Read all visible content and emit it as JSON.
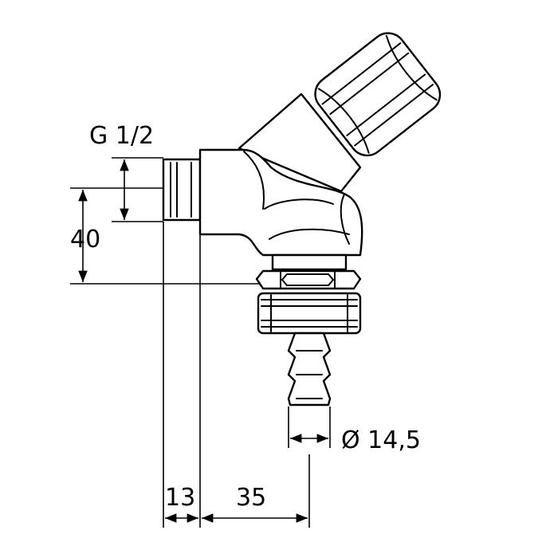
{
  "labels": {
    "thread": "G 1/2",
    "height": "40",
    "offset_small": "13",
    "offset_large": "35",
    "diameter": "Ø 14,5"
  }
}
